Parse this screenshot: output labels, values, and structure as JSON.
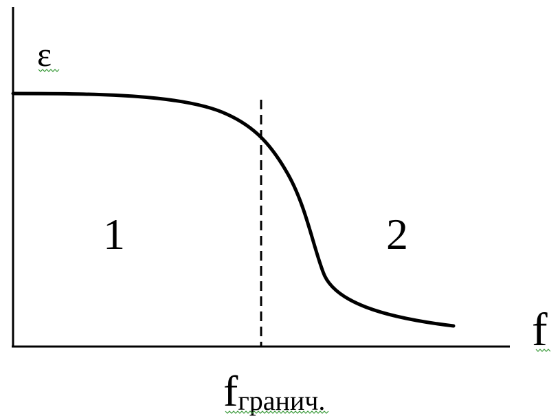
{
  "y_axis_label": "ε",
  "x_axis_label": "f",
  "boundary_label": {
    "main": "f",
    "subscript": "гранич",
    "suffix": "."
  },
  "regions": [
    "1",
    "2"
  ],
  "colors": {
    "line": "#000000",
    "spellcheck_underline": "#3a9a3a",
    "background": "#ffffff"
  }
}
